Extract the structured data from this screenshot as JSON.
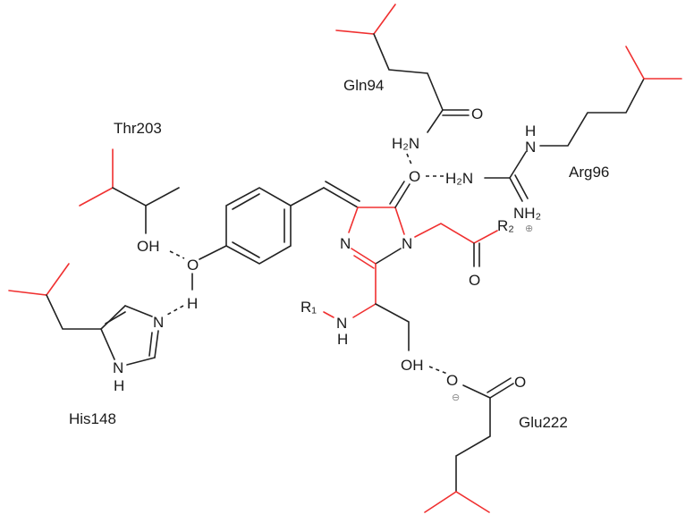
{
  "residues": {
    "gln": "Gln94",
    "thr": "Thr203",
    "arg": "Arg96",
    "his": "His148",
    "glu": "Glu222"
  },
  "atoms": {
    "gln_o": "O",
    "gln_nh2": "H₂N",
    "chrom_o": "O",
    "arg_h2n": "H₂N",
    "arg_nh_h": "H",
    "arg_nh_n": "N",
    "arg_nh2": "NH₂",
    "arg_charge": "⊕",
    "thr_oh": "OH",
    "phenol_o": "O",
    "phenol_h": "H",
    "his_n3": "N",
    "his_n1": "N",
    "his_n1_h": "H",
    "imid_n3": "N",
    "imid_n1": "N",
    "r2": "R₂",
    "r2_o": "O",
    "r1": "R₁",
    "r1_n": "N",
    "r1_h": "H",
    "ser_oh": "OH",
    "glu_o_minus": "O",
    "glu_charge": "⊖",
    "glu_o": "O"
  },
  "colors": {
    "backbone": "#f03030",
    "bond": "#222222"
  }
}
